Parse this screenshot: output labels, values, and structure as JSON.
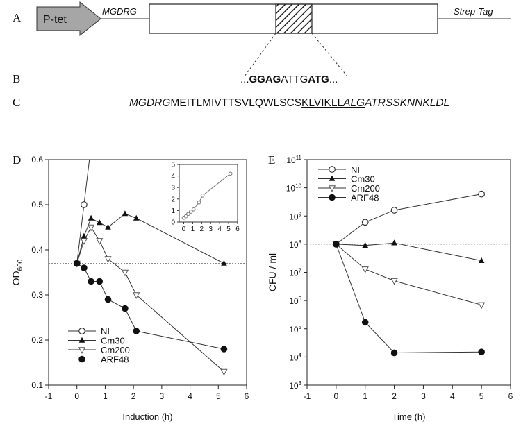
{
  "panels": {
    "a": "A",
    "b": "B",
    "c": "C",
    "d": "D",
    "e": "E"
  },
  "construct": {
    "promoter": "P-tet",
    "left_label": "MGDRG",
    "right_label": "Strep-Tag",
    "colors": {
      "promoter_fill": "#a6a6a6",
      "hatch": "#222222"
    }
  },
  "sequence_b": {
    "prefix": "...",
    "bold1": "GGAG",
    "plain": "ATTG",
    "bold2": "ATG",
    "suffix": "..."
  },
  "sequence_c": {
    "p1": "MGDRG",
    "p2": "MEITLMIVTTSVLQWLSCS",
    "p3": "KLVIKLL",
    "p4": "ALG",
    "p5": "ATRSSKNNKLDL"
  },
  "chart_data": [
    {
      "type": "line",
      "panel": "D",
      "ylabel": "OD",
      "ylabel_sub": "600",
      "xlabel": "Induction (h)",
      "xlim": [
        -1,
        6
      ],
      "ylim": [
        0.1,
        0.6
      ],
      "xticks": [
        "-1",
        "0",
        "1",
        "2",
        "3",
        "4",
        "5",
        "6"
      ],
      "yticks": [
        "0.1",
        "0.2",
        "0.3",
        "0.4",
        "0.5",
        "0.6"
      ],
      "reference_line": 0.37,
      "legend_position": "bottom-left",
      "series": [
        {
          "name": "NI",
          "marker": "open-circle",
          "x": [
            0,
            0.25
          ],
          "y": [
            0.37,
            0.5
          ],
          "extends_above": true
        },
        {
          "name": "Cm30",
          "marker": "filled-triangle",
          "x": [
            0,
            0.25,
            0.5,
            0.8,
            1.1,
            1.7,
            2.1,
            5.2
          ],
          "y": [
            0.37,
            0.43,
            0.47,
            0.46,
            0.45,
            0.48,
            0.47,
            0.37
          ]
        },
        {
          "name": "Cm200",
          "marker": "open-triangle-down",
          "x": [
            0,
            0.25,
            0.5,
            0.8,
            1.1,
            1.7,
            2.1,
            5.2
          ],
          "y": [
            0.37,
            0.42,
            0.45,
            0.42,
            0.38,
            0.35,
            0.3,
            0.13
          ]
        },
        {
          "name": "ARF48",
          "marker": "filled-circle",
          "x": [
            0,
            0.25,
            0.5,
            0.8,
            1.1,
            1.7,
            2.1,
            5.2
          ],
          "y": [
            0.37,
            0.36,
            0.33,
            0.33,
            0.29,
            0.27,
            0.22,
            0.18
          ]
        }
      ],
      "inset": {
        "xlim": [
          -0.5,
          6
        ],
        "ylim": [
          0,
          5
        ],
        "xticks": [
          "0",
          "1",
          "2",
          "3",
          "4",
          "5",
          "6"
        ],
        "yticks": [
          "0",
          "1",
          "2",
          "3",
          "4",
          "5"
        ],
        "x": [
          0,
          0.25,
          0.5,
          0.8,
          1.1,
          1.7,
          2.1,
          5.2
        ],
        "y": [
          0.37,
          0.5,
          0.7,
          0.9,
          1.1,
          1.7,
          2.3,
          4.2
        ]
      }
    },
    {
      "type": "line",
      "panel": "E",
      "ylabel": "CFU / ml",
      "xlabel": "Time (h)",
      "log_y": true,
      "xlim": [
        -1,
        6
      ],
      "ylim_exp": [
        3,
        11
      ],
      "xticks": [
        "-1",
        "0",
        "1",
        "2",
        "3",
        "4",
        "5",
        "6"
      ],
      "yticks": [
        "10^3",
        "10^4",
        "10^5",
        "10^6",
        "10^7",
        "10^8",
        "10^9",
        "10^10",
        "10^11"
      ],
      "reference_line": 100000000,
      "legend_position": "top-left",
      "series": [
        {
          "name": "NI",
          "marker": "open-circle",
          "x": [
            0,
            1,
            2,
            5
          ],
          "y": [
            100000000,
            600000000,
            1600000000,
            6000000000
          ]
        },
        {
          "name": "Cm30",
          "marker": "filled-triangle",
          "x": [
            0,
            1,
            2,
            5
          ],
          "y": [
            100000000,
            90000000,
            110000000,
            26000000
          ]
        },
        {
          "name": "Cm200",
          "marker": "open-triangle-down",
          "x": [
            0,
            1,
            2,
            5
          ],
          "y": [
            100000000,
            13000000,
            5000000,
            700000
          ]
        },
        {
          "name": "ARF48",
          "marker": "filled-circle",
          "x": [
            0,
            1,
            2,
            5
          ],
          "y": [
            100000000,
            170000,
            14000,
            15000
          ]
        }
      ]
    }
  ]
}
